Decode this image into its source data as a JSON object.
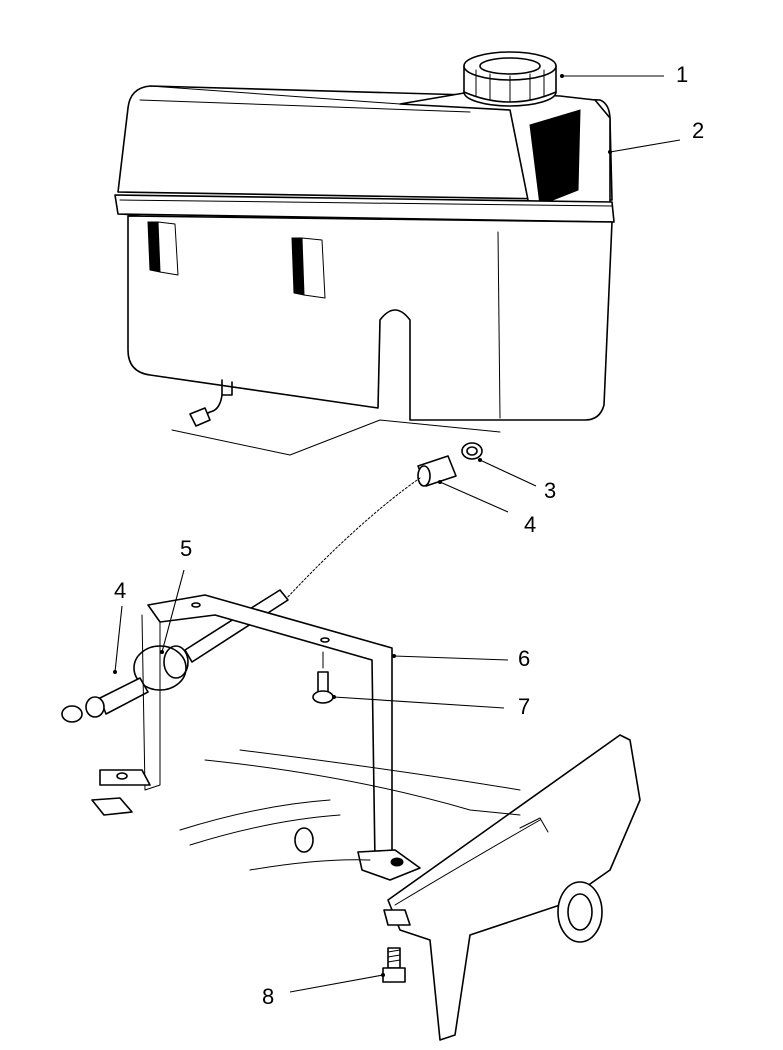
{
  "callouts": [
    {
      "id": "cap",
      "label": "1"
    },
    {
      "id": "tank",
      "label": "2"
    },
    {
      "id": "clamp-top",
      "label": "3"
    },
    {
      "id": "hose-top",
      "label": "4"
    },
    {
      "id": "filter",
      "label": "5"
    },
    {
      "id": "hose-left",
      "label": "4"
    },
    {
      "id": "bracket",
      "label": "6"
    },
    {
      "id": "screw",
      "label": "7"
    },
    {
      "id": "bolt",
      "label": "8"
    }
  ]
}
